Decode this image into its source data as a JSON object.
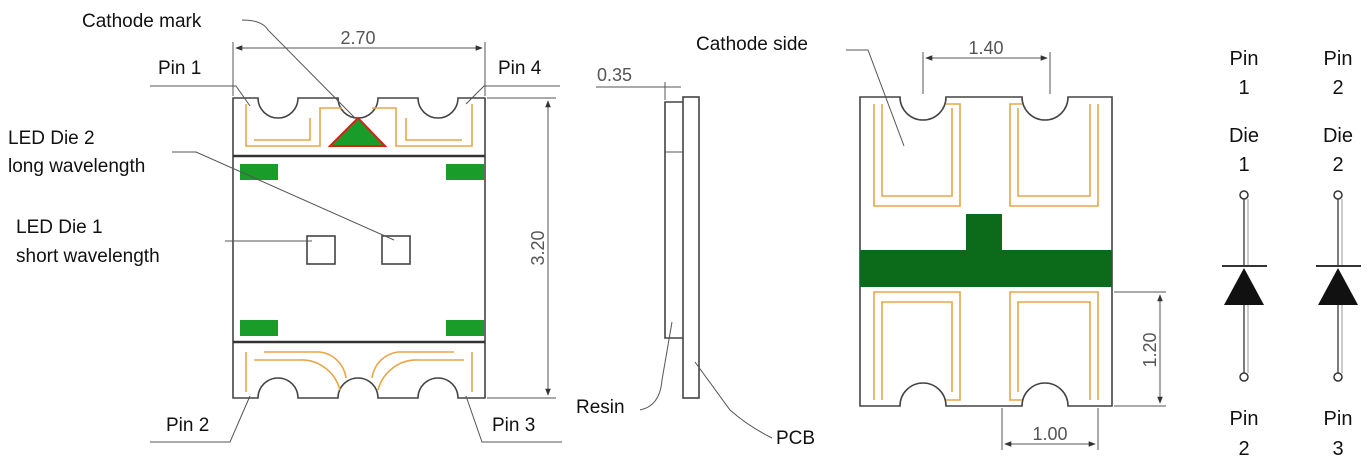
{
  "colors": {
    "pad": "#1a9c2a",
    "dark_pad": "#0b6b1b",
    "trace": "#e8a646",
    "cathode_mark_fill": "#1a9c2a",
    "cathode_mark_stroke": "#d6231a"
  },
  "labels": {
    "cathode_mark": "Cathode mark",
    "pin1": "Pin 1",
    "pin4": "Pin 4",
    "pin2": "Pin 2",
    "pin3": "Pin 3",
    "led_die2_line1": "LED Die 2",
    "led_die2_line2": "long wavelength",
    "led_die1_line1": "LED Die 1",
    "led_die1_line2": "short wavelength",
    "cathode_side": "Cathode side",
    "resin": "Resin",
    "pcb": "PCB"
  },
  "dimensions": {
    "width_top": "2.70",
    "height_side": "3.20",
    "thickness": "0.35",
    "pad_pitch": "1.40",
    "pad_height": "1.20",
    "pad_width": "1.00"
  },
  "schematic": {
    "die1": {
      "top_pin": [
        "Pin",
        "1"
      ],
      "die": [
        "Die",
        "1"
      ],
      "bottom_pin": [
        "Pin",
        "2"
      ]
    },
    "die2": {
      "top_pin": [
        "Pin",
        "2"
      ],
      "die": [
        "Die",
        "2"
      ],
      "bottom_pin": [
        "Pin",
        "3"
      ]
    }
  }
}
